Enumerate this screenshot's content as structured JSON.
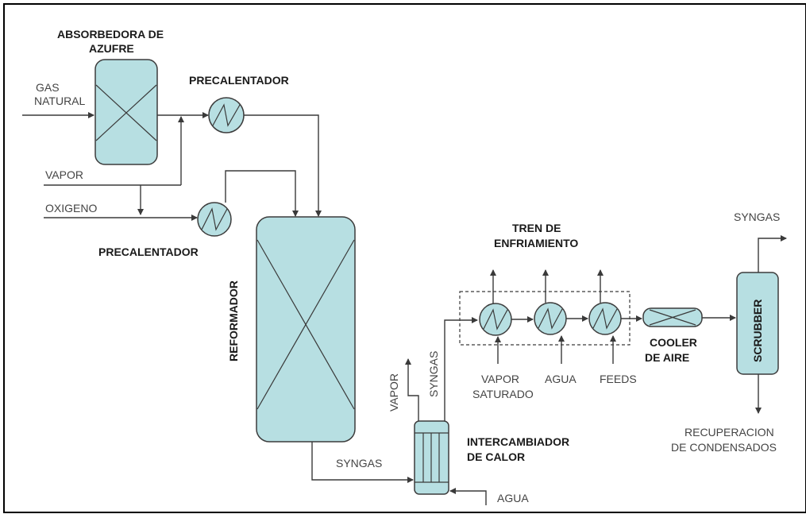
{
  "labels": {
    "absorbedora": "ABSORBEDORA DE",
    "azufre": "AZUFRE",
    "precalentador_top": "PRECALENTADOR",
    "precalentador_bottom": "PRECALENTADOR",
    "gas": "GAS",
    "natural": "NATURAL",
    "vapor_in": "VAPOR",
    "oxigeno": "OXIGENO",
    "reformador": "REFORMADOR",
    "tren_de": "TREN DE",
    "enfriamiento": "ENFRIAMIENTO",
    "syngas_top": "SYNGAS",
    "scrubber": "SCRUBBER",
    "cooler": "COOLER",
    "de_aire": "DE AIRE",
    "vapor_saturado_1": "VAPOR",
    "vapor_saturado_2": "SATURADO",
    "agua_hx": "AGUA",
    "feeds": "FEEDS",
    "vapor_out": "VAPOR",
    "syngas_vertical": "SYNGAS",
    "syngas_bottom": "SYNGAS",
    "intercambiador": "INTERCAMBIADOR",
    "de_calor": "DE CALOR",
    "agua_bottom": "AGUA",
    "recuperacion": "RECUPERACION",
    "de_condensados": "DE CONDENSADOS"
  },
  "colors": {
    "equipment_fill": "#b7dfe2",
    "stroke": "#3c3c3c"
  }
}
